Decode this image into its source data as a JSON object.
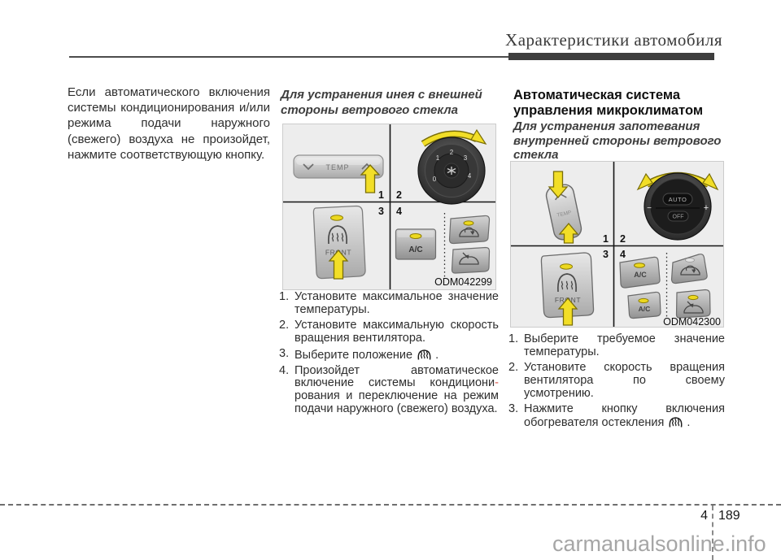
{
  "header": {
    "title": "Характеристики автомобиля"
  },
  "intro": {
    "paragraph": "Если автоматического включения системы кондиционирования и/или режима подачи наружного (свежего) воздуха не произойдет, нажмите соответствующую кнопку."
  },
  "defrost_exterior": {
    "heading": "Для устранения инея с внешней стороны ветрового стекла",
    "figure": {
      "code": "ODM042299",
      "panel_numbers": [
        "1",
        "2",
        "3",
        "4"
      ],
      "temp_button_label": "TEMP",
      "fan_dial_numbers": [
        "0",
        "1",
        "2",
        "3",
        "4"
      ],
      "front_button_label": "FRONT",
      "ac_button_label": "A/C"
    },
    "steps": [
      {
        "num": "1.",
        "text": "Установите максимальное значение температуры."
      },
      {
        "num": "2.",
        "text": "Установите максимальную скорость вращения вентилятора."
      },
      {
        "num": "3.",
        "text_before": "Выберите положение",
        "text_after": "."
      },
      {
        "num": "4.",
        "text_part1": "Произойдет автоматическое включение системы кондициони",
        "hyphen": "-",
        "text_part2": "рования и переключение на режим подачи наружного (свежего) воздуха."
      }
    ]
  },
  "auto_climate": {
    "heading": "Автоматическая система управления микроклиматом",
    "subheading": "Для устранения запотевания внутренней стороны ветрового стекла",
    "figure": {
      "code": "ODM042300",
      "panel_numbers": [
        "1",
        "2",
        "3",
        "4"
      ],
      "temp_button_label": "TEMP",
      "dial_auto_label": "AUTO",
      "dial_off_label": "OFF",
      "dial_minus": "−",
      "dial_plus": "+",
      "front_button_label": "FRONT",
      "ac_button_label": "A/C",
      "ac_button_label_2": "A/C"
    },
    "steps": [
      {
        "num": "1.",
        "text": "Выберите требуемое значение температуры."
      },
      {
        "num": "2.",
        "text": "Установите скорость вращения вентилятора по своему усмотрению."
      },
      {
        "num": "3.",
        "text_before": "Нажмите кнопку включения обогревателя остекления",
        "text_after": "."
      }
    ]
  },
  "footer": {
    "section_number": "4",
    "page_number": "189",
    "watermark": "carmanualsonline.info"
  },
  "colors": {
    "arrow_yellow": "#f2de27",
    "indicator_yellow": "#ecd81f",
    "hyphen_red": "#d95548",
    "watermark_gray": "#a6a6a6"
  }
}
